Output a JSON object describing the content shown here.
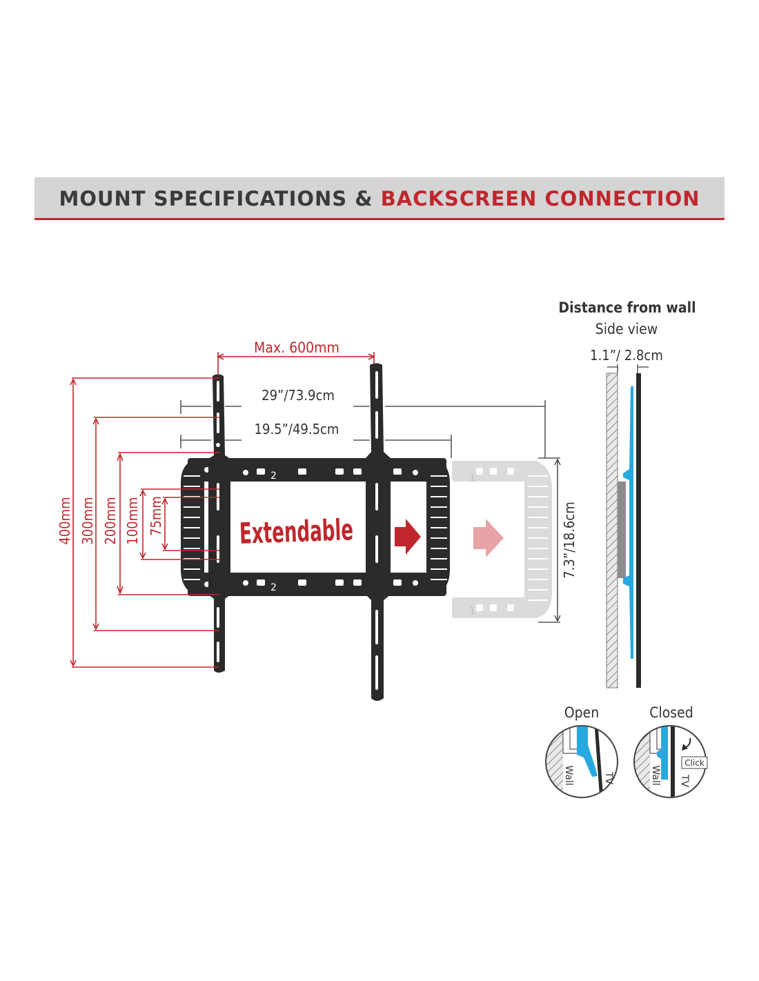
{
  "header": {
    "title_part1": "MOUNT SPECIFICATIONS & ",
    "title_part2": "BACKSCREEN CONNECTION"
  },
  "front_view": {
    "max_width_label": "Max. 600mm",
    "width_outer_label": "29”/73.9cm",
    "width_inner_label": "19.5”/49.5cm",
    "height_label": "7.3”/18.6cm",
    "extendable_label": "Extendable",
    "vertical_dims": [
      "400mm",
      "300mm",
      "200mm",
      "100mm",
      "75mm"
    ],
    "slot_number": "2",
    "ghost_slot_number": "1"
  },
  "side_view": {
    "title": "Distance from wall",
    "subtitle": "Side view",
    "distance_label": "1.1”/ 2.8cm"
  },
  "details": {
    "open_label": "Open",
    "closed_label": "Closed",
    "wall_label": "Wall",
    "tv_label": "TV",
    "click_label": "Click"
  },
  "colors": {
    "accent_red": "#c0272d",
    "dim_line_red": "#c0272d",
    "bracket_black": "#2b2b2b",
    "tv_plate_blue": "#28a8e0",
    "header_gray": "#d4d4d4"
  }
}
